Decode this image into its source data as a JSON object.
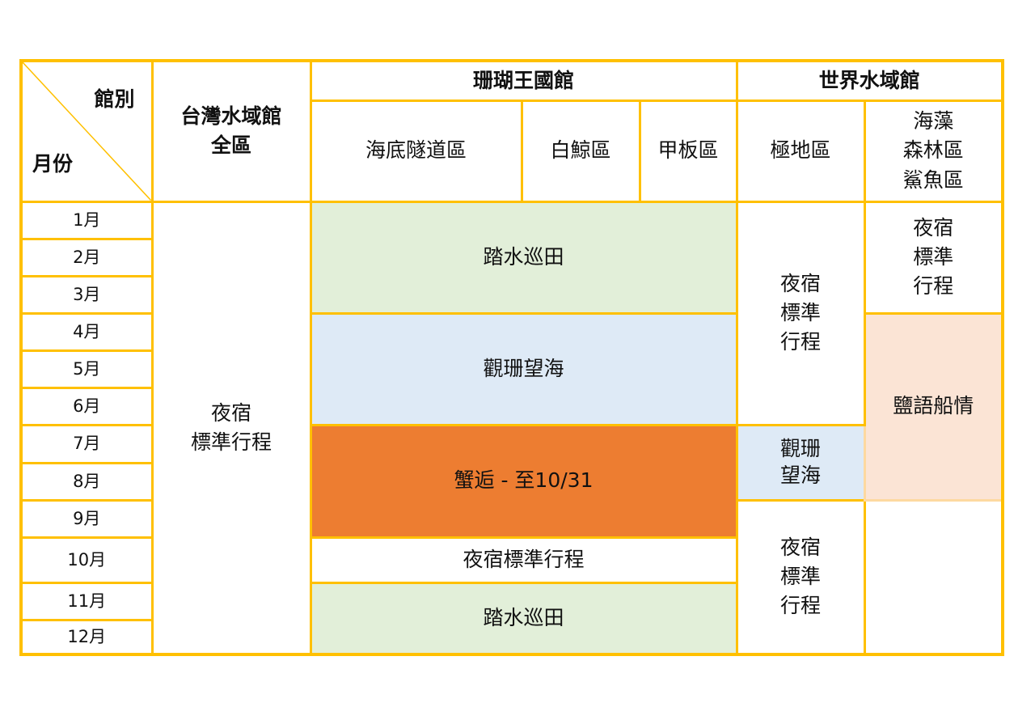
{
  "header": {
    "corner_top": "館別",
    "corner_bottom": "月份",
    "taiwan": "台灣水域館\n全區",
    "coral_kingdom": "珊瑚王國館",
    "world_waters": "世界水域館",
    "zones": {
      "tunnel": "海底隧道區",
      "beluga": "白鯨區",
      "deck": "甲板區",
      "polar": "極地區",
      "kelp_shark": "海藻\n森林區\n鯊魚區"
    }
  },
  "months": [
    "1月",
    "2月",
    "3月",
    "4月",
    "5月",
    "6月",
    "7月",
    "8月",
    "9月",
    "10月",
    "11月",
    "12月"
  ],
  "programs": {
    "taiwan_all": "夜宿\n標準行程",
    "coral_1_3": "踏水巡田",
    "coral_4_6": "觀珊望海",
    "coral_7_9": "蟹逅 - 至10/31",
    "coral_10": "夜宿標準行程",
    "coral_11_12": "踏水巡田",
    "polar_1_6": "夜宿\n標準\n行程",
    "polar_7_8": "觀珊\n望海",
    "polar_9_12": "夜宿\n標準\n行程",
    "kelp_1_3": "夜宿\n標準\n行程",
    "kelp_4_8": "鹽語船情",
    "kelp_9_12": ""
  },
  "colors": {
    "border": "#ffc000",
    "green": "#e2efd9",
    "blue": "#deeaf6",
    "orange": "#ed7d31",
    "peach": "#fbe4d5"
  }
}
